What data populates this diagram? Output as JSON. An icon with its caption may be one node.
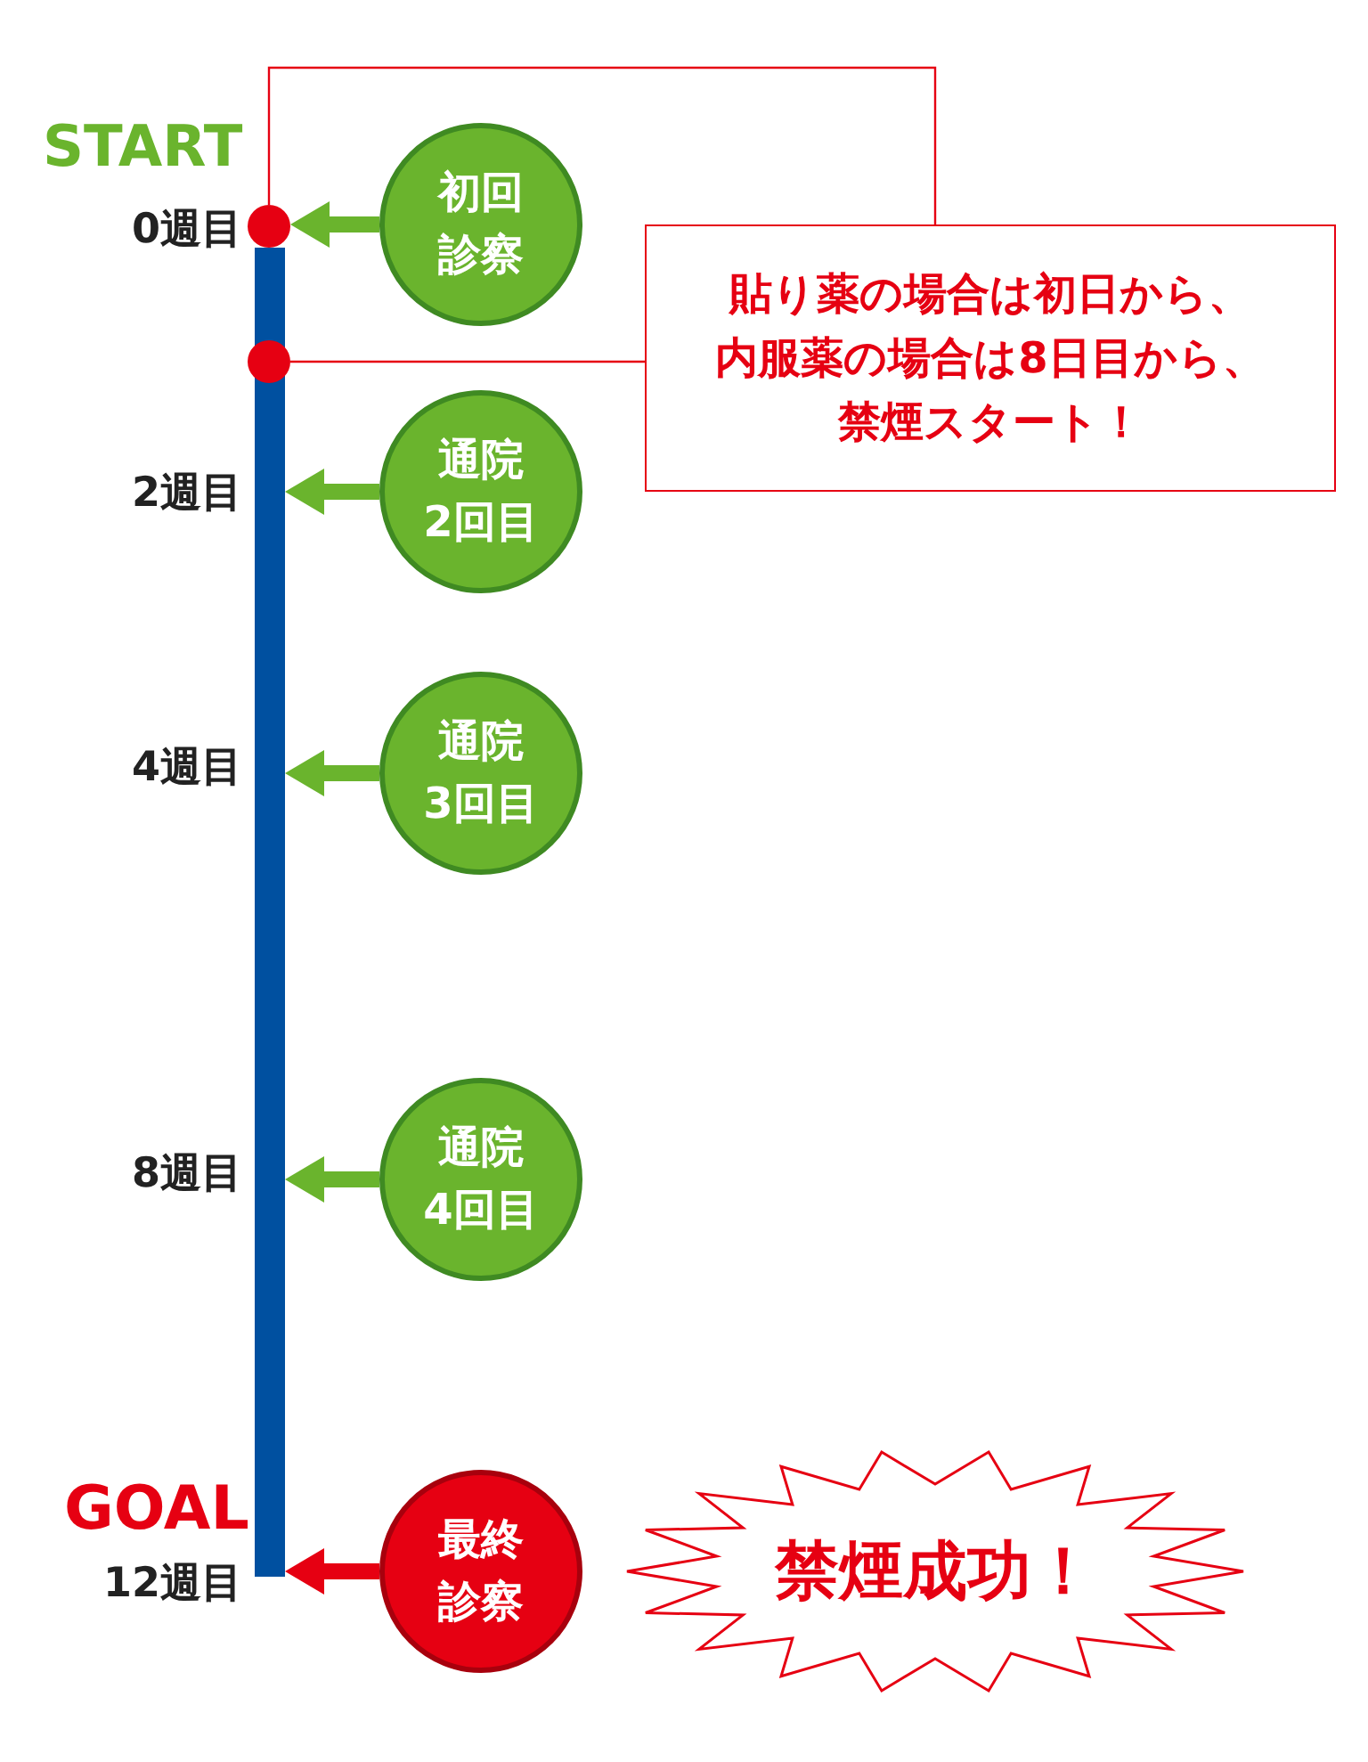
{
  "diagram": {
    "nodes": [
      {
        "text": [],
        "shape": "bar"
      },
      {
        "text": [],
        "shape": "circle"
      },
      {
        "text": [
          "初回診察"
        ]
      },
      {
        "text": [
          "貼り薬の場合は初日から、内服薬の場合は8日目から、禁煙スタート！"
        ]
      },
      {
        "text": [],
        "shape": "circle"
      },
      {
        "text": [
          "通院2回目"
        ]
      },
      {
        "text": [
          "通院3回目"
        ]
      },
      {
        "text": [
          "通院4回目"
        ]
      },
      {
        "text": [
          "最終診察"
        ]
      },
      {
        "text": [
          "禁煙成功！"
        ]
      }
    ],
    "edges": [
      {
        "from": 2,
        "to": 1,
        "arrow": "to"
      },
      {
        "from": 5,
        "to": 0,
        "arrow": "to"
      },
      {
        "from": 6,
        "to": 0,
        "arrow": "to"
      },
      {
        "from": 7,
        "to": 0,
        "arrow": "to"
      },
      {
        "from": 8,
        "to": 0,
        "arrow": "to",
        "color": "#e60012"
      },
      {
        "from": 1,
        "to": 3,
        "arrow": "none",
        "color": "#e60012"
      },
      {
        "from": 4,
        "to": 3,
        "arrow": "none",
        "color": "#e60012"
      }
    ],
    "labels": [
      "START",
      "0週目",
      "2週目",
      "4週目",
      "8週目",
      "GOAL",
      "12週目"
    ]
  }
}
